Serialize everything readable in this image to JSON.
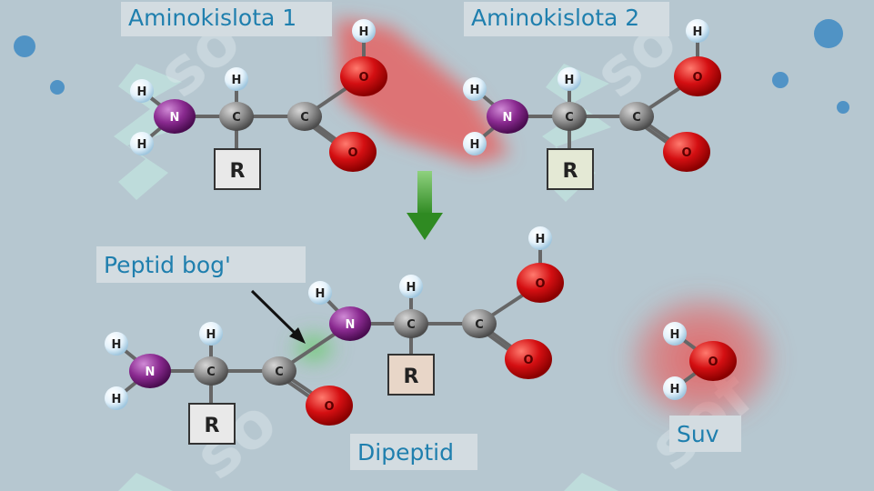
{
  "labels": {
    "amino1": "Aminokislota 1",
    "amino2": "Aminokislota 2",
    "peptide_bond": "Peptid bog'",
    "dipeptide": "Dipeptid",
    "water": "Suv"
  },
  "atoms": {
    "hydrogen": "H",
    "nitrogen": "N",
    "carbon": "C",
    "oxygen": "O",
    "radical": "R"
  },
  "colors": {
    "background": "#b6c7d0",
    "label_text": "#1f7fae",
    "label_bg": "#d3dce1",
    "oxygen": "#d40f12",
    "nitrogen": "#8a2a90",
    "carbon": "#8e8e8e",
    "hydrogen": "#e4f2fb",
    "arrow": "#3c9a2c",
    "highlight_red": "#e46464",
    "highlight_green": "#5ccd5c"
  }
}
